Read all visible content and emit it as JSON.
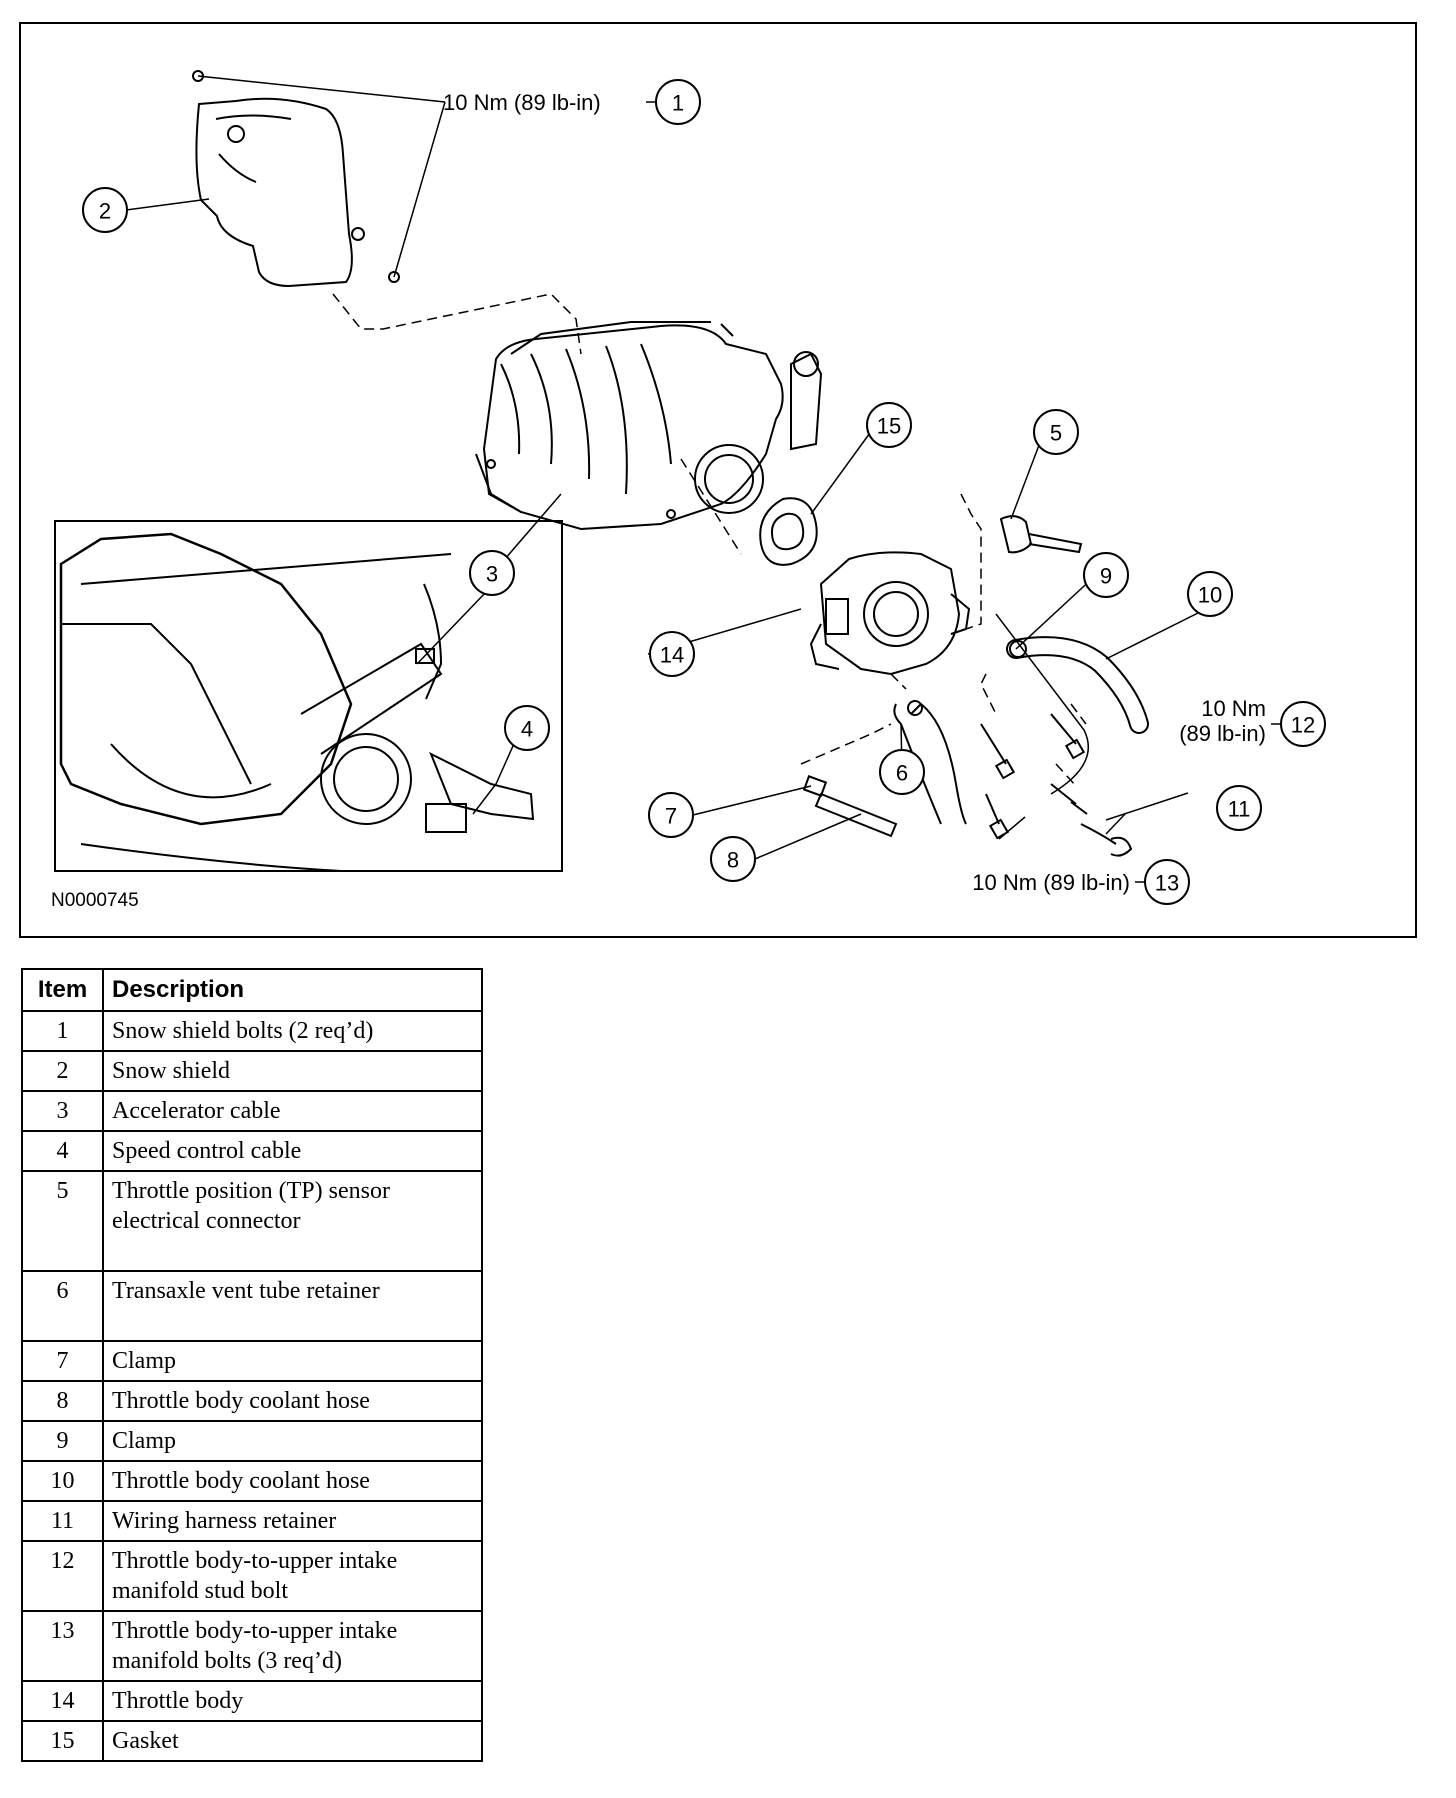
{
  "figure": {
    "id": "N0000745",
    "callouts": [
      {
        "num": "1",
        "torque": "10 Nm (89 lb-in)"
      },
      {
        "num": "2"
      },
      {
        "num": "3"
      },
      {
        "num": "4"
      },
      {
        "num": "5"
      },
      {
        "num": "6"
      },
      {
        "num": "7"
      },
      {
        "num": "8"
      },
      {
        "num": "9"
      },
      {
        "num": "10"
      },
      {
        "num": "11"
      },
      {
        "num": "12",
        "torque_line1": "10 Nm",
        "torque_line2": "(89 lb-in)"
      },
      {
        "num": "13",
        "torque": "10 Nm (89 lb-in)"
      },
      {
        "num": "14"
      },
      {
        "num": "15"
      }
    ]
  },
  "table": {
    "headers": {
      "item": "Item",
      "description": "Description"
    },
    "rows": [
      {
        "item": "1",
        "description": "Snow shield bolts (2 req’d)"
      },
      {
        "item": "2",
        "description": "Snow shield"
      },
      {
        "item": "3",
        "description": "Accelerator cable"
      },
      {
        "item": "4",
        "description": "Speed control cable"
      },
      {
        "item": "5",
        "description": "Throttle position (TP) sensor electrical connector"
      },
      {
        "item": "6",
        "description": "Transaxle vent tube retainer"
      },
      {
        "item": "7",
        "description": "Clamp"
      },
      {
        "item": "8",
        "description": "Throttle body coolant hose"
      },
      {
        "item": "9",
        "description": "Clamp"
      },
      {
        "item": "10",
        "description": "Throttle body coolant hose"
      },
      {
        "item": "11",
        "description": "Wiring harness retainer"
      },
      {
        "item": "12",
        "description": "Throttle body-to-upper intake manifold stud bolt"
      },
      {
        "item": "13",
        "description": "Throttle body-to-upper intake manifold bolts (3 req’d)"
      },
      {
        "item": "14",
        "description": "Throttle body"
      },
      {
        "item": "15",
        "description": "Gasket"
      }
    ]
  }
}
